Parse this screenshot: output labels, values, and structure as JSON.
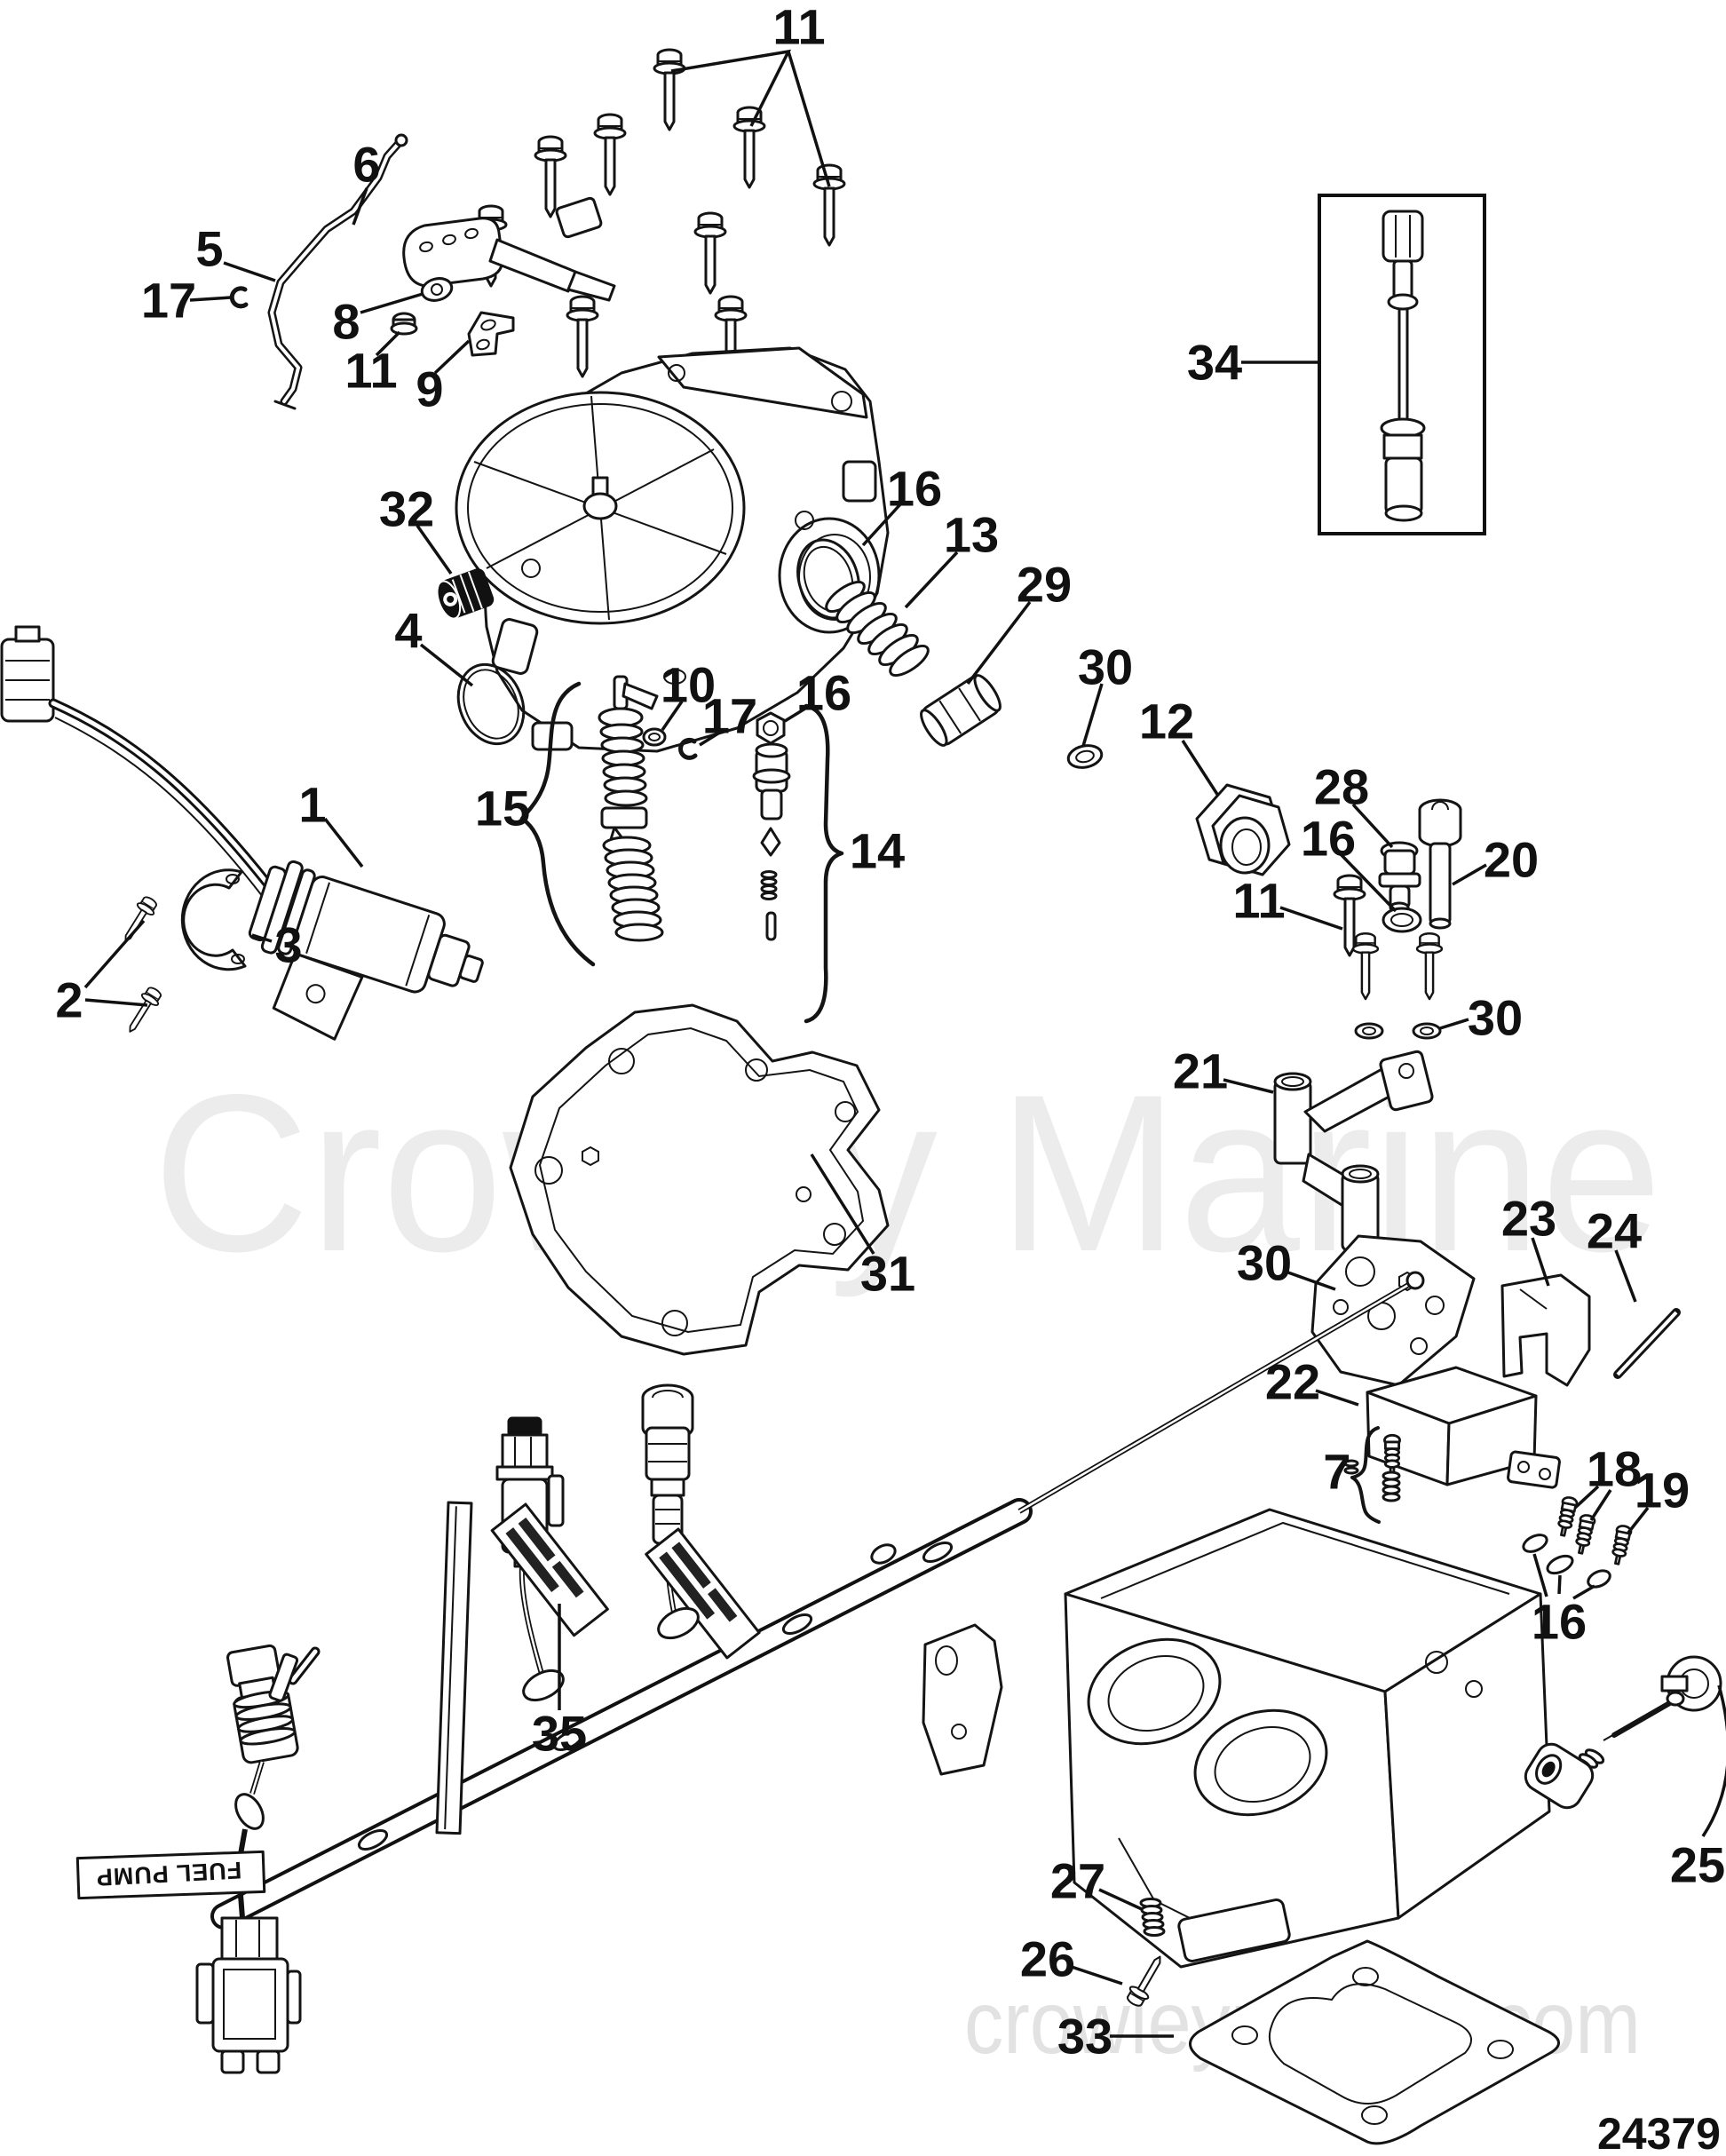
{
  "document": {
    "type": "exploded-parts-diagram",
    "subject": "carburetor and fuel pump components",
    "diagram_number": "24379",
    "background": "#ffffff",
    "line_color": "#141414"
  },
  "watermark": {
    "title": "Crowley Marine",
    "website": "crowleymarine.com",
    "color_large": "#ececec",
    "color_small": "#e2e2e2"
  },
  "harness": {
    "fuel_pump_tag": "FUEL PUMP"
  },
  "callouts": {
    "bolts11_top": "11",
    "lever6": "6",
    "rod5": "5",
    "clip17_left": "17",
    "washer8": "8",
    "nut11_small": "11",
    "bracket9": "9",
    "cap32": "32",
    "oring4": "4",
    "solenoid1": "1",
    "gasket16_cover": "16",
    "spring13": "13",
    "filter29": "29",
    "washer30_upper": "30",
    "nut12": "12",
    "nut16_mid": "16",
    "washer10": "10",
    "clip17_mid": "17",
    "valve15": "15",
    "jet14": "14",
    "screws2": "2",
    "clamp3": "3",
    "sensor34": "34",
    "sensor28": "28",
    "oring16_right": "16",
    "bolt20": "20",
    "bolt11_right": "11",
    "washer30_right": "30",
    "linkage21": "21",
    "plate30_lower": "30",
    "bracket23": "23",
    "pin24": "24",
    "solenoid22": "22",
    "screw7": "7",
    "screws18": "18",
    "screw19": "19",
    "orings16_cluster": "16",
    "spring27": "27",
    "screw26": "26",
    "needle25": "25",
    "harness35": "35",
    "gasket31": "31",
    "gasket33": "33"
  }
}
